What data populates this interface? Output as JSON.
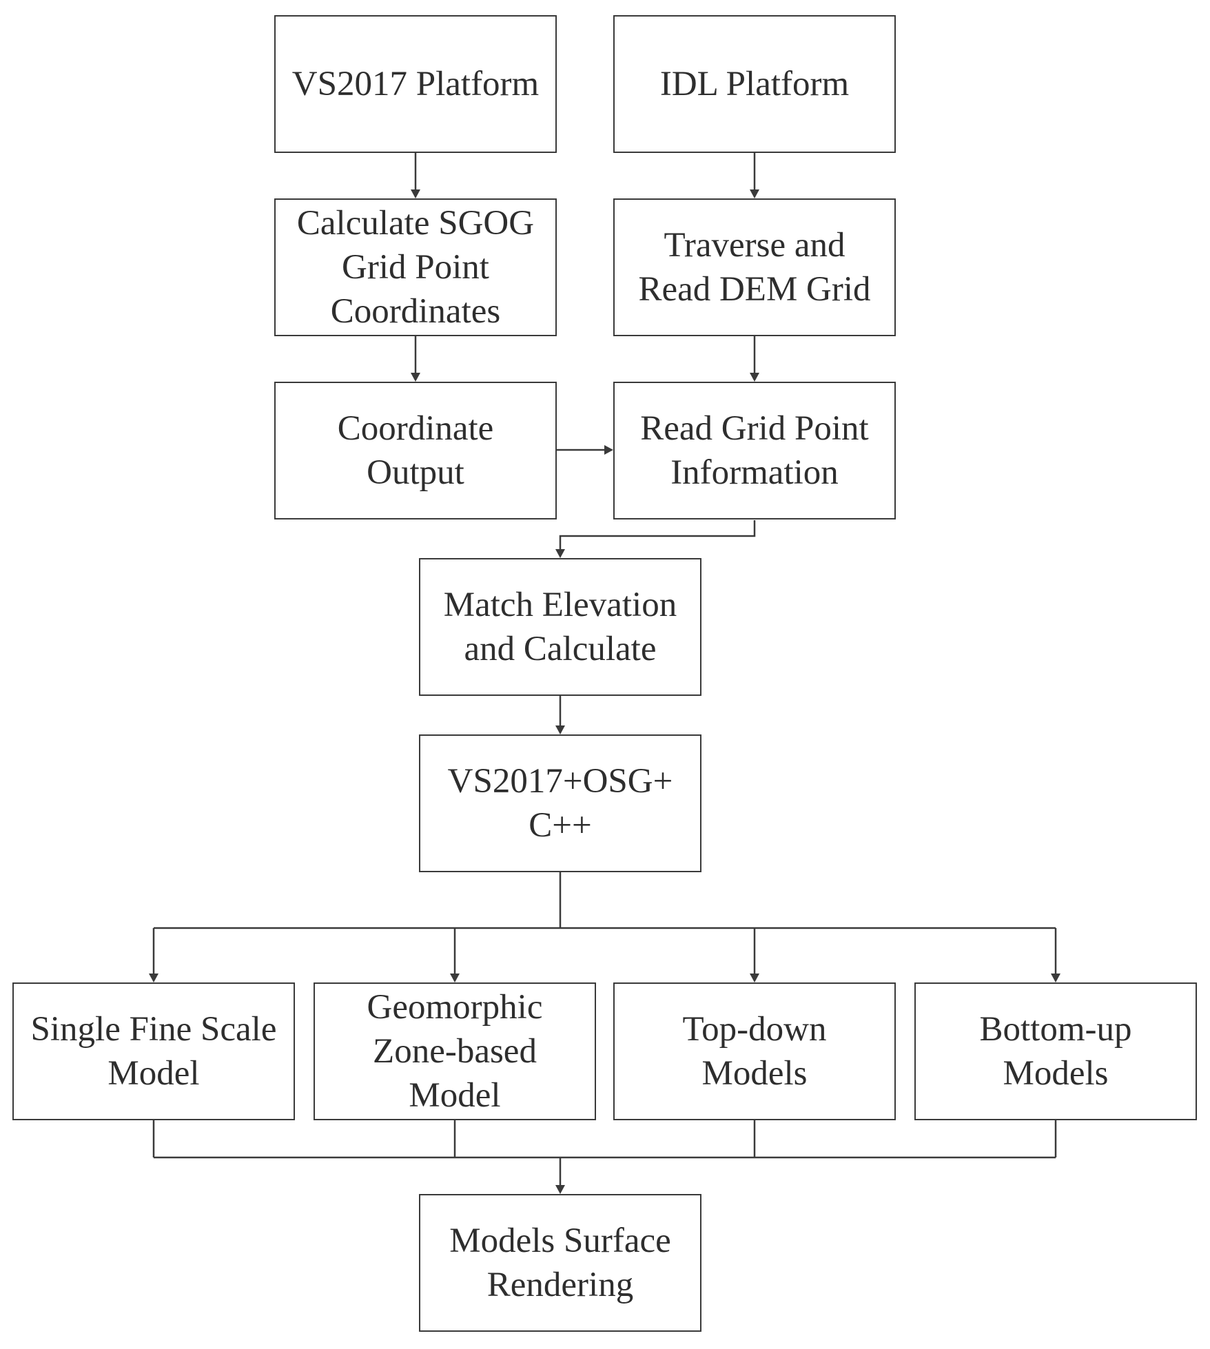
{
  "diagram": {
    "nodes": {
      "vs2017_platform": "VS2017 Platform",
      "idl_platform": "IDL Platform",
      "calc_sgog": "Calculate SGOG\nGrid Point\nCoordinates",
      "traverse_dem": "Traverse and\nRead DEM Grid",
      "coord_output": "Coordinate\nOutput",
      "read_grid_info": "Read Grid Point\nInformation",
      "match_elevation": "Match Elevation\nand Calculate",
      "vs_osg_cpp": "VS2017+OSG+\nC++",
      "single_fine": "Single Fine Scale\nModel",
      "geomorphic": "Geomorphic\nZone-based\nModel",
      "top_down": "Top-down\nModels",
      "bottom_up": "Bottom-up\nModels",
      "surface_rendering": "Models Surface\nRendering"
    },
    "colors": {
      "stroke": "#3a3a3a",
      "text": "#2e2e2e",
      "background": "#ffffff"
    }
  }
}
